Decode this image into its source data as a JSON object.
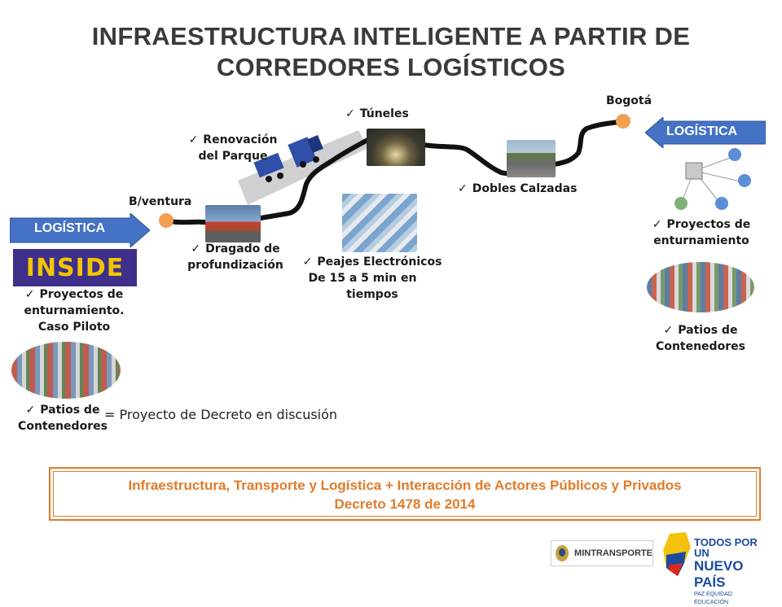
{
  "title": {
    "line1": "INFRAESTRUCTURA INTELIGENTE A PARTIR DE",
    "line2": "CORREDORES LOGÍSTICOS"
  },
  "cities": {
    "origin": "B/ventura",
    "destination": "Bogotá"
  },
  "logistics_left": "LOGÍSTICA",
  "logistics_right": "LOGÍSTICA",
  "inside_logo": "INSIDE",
  "labels": {
    "renovacion": [
      "Renovación",
      "del Parque"
    ],
    "tuneles": "Túneles",
    "dobles_calzadas": "Dobles Calzadas",
    "dragado": [
      "Dragado de",
      "profundización"
    ],
    "peajes": [
      "Peajes Electrónicos",
      "De 15 a 5 min en",
      "tiempos"
    ],
    "left_proyectos": [
      "Proyectos de",
      "enturnamiento.",
      "Caso Piloto"
    ],
    "left_patios": [
      "Patios de",
      "Contenedores"
    ],
    "right_proyectos": [
      "Proyectos de",
      "enturnamiento"
    ],
    "right_patios": [
      "Patios de",
      "Contenedores"
    ]
  },
  "legend_note": "= Proyecto de Decreto en discusión",
  "footer": {
    "line1": "Infraestructura, Transporte y Logística + Interacción de Actores Públicos y Privados",
    "line2": "Decreto 1478 de 2014"
  },
  "logos": {
    "mintransporte": "MINTRANSPORTE",
    "todos": [
      "TODOS POR UN",
      "NUEVO PAÍS"
    ],
    "todos_tagline": "PAZ  EQUIDAD  EDUCACIÓN"
  },
  "colors": {
    "accent_blue": "#4472c4",
    "orange": "#e07b2a",
    "dot": "#f0a050"
  }
}
